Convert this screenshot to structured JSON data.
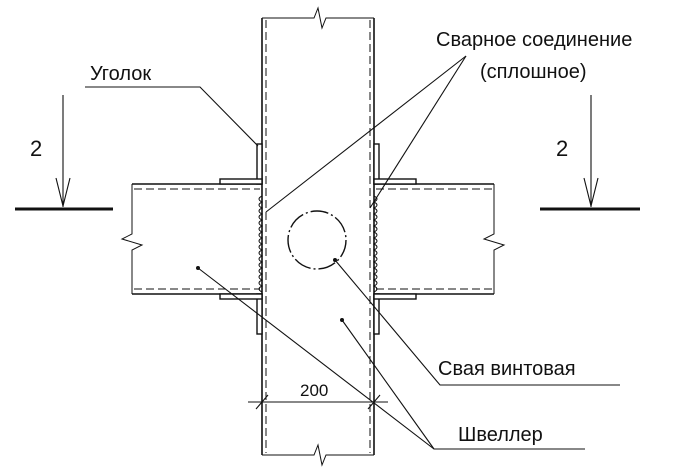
{
  "labels": {
    "angle": "Уголок",
    "weld_line1": "Сварное соединение",
    "weld_line2": "(сплошное)",
    "pile": "Свая винтовая",
    "channel": "Швеллер",
    "section_left": "2",
    "section_right": "2",
    "dimension": "200"
  }
}
